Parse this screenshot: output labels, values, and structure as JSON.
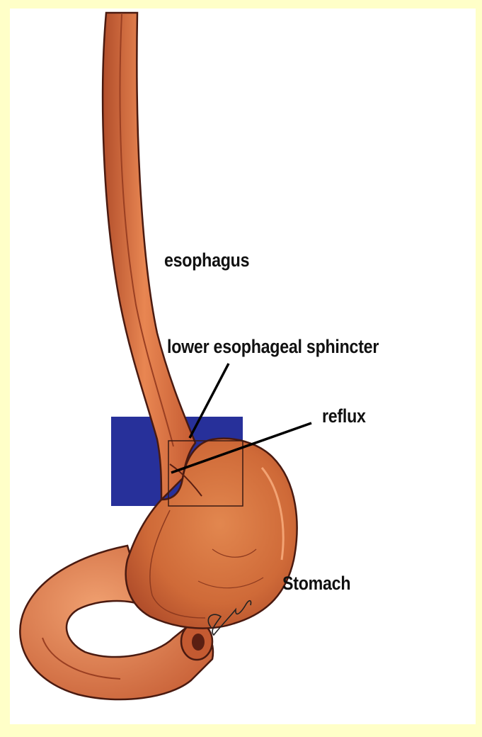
{
  "labels": {
    "esophagus": "esophagus",
    "lower_esophageal_sphincter": "lower esophageal sphincter",
    "reflux": "reflux",
    "stomach": "Stomach"
  },
  "colors": {
    "frame": "#ffffc8",
    "highlight_box": "#27309a",
    "tissue": "#d9703f",
    "tissue_dark": "#a8462a",
    "outline": "#4a1a10"
  }
}
